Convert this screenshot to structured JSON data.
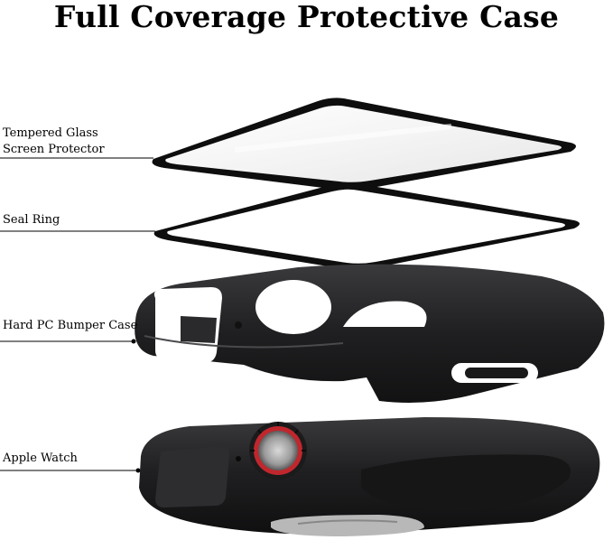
{
  "title": "Full Coverage Protective Case",
  "labels": {
    "glass_line1": "Tempered Glass",
    "glass_line2": "Screen Protector",
    "seal": "Seal Ring",
    "bumper": "Hard PC Bumper Case",
    "watch": "Apple Watch"
  },
  "colors": {
    "glass_border": "#111111",
    "glass_fill": "#ffffff",
    "bumper": "#2a2a2c",
    "watch_body": "#222224",
    "crown_red": "#c0272d"
  }
}
